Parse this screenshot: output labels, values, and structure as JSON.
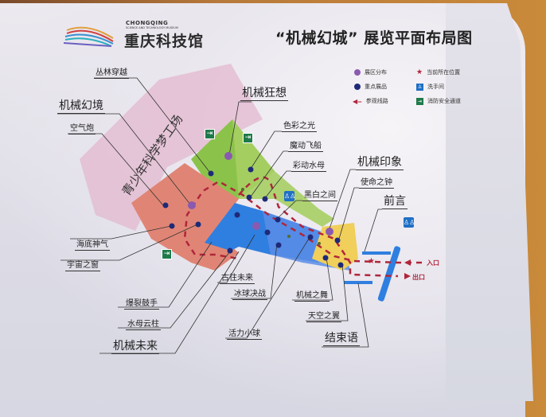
{
  "header": {
    "logo": {
      "en_line1": "CHONGQING",
      "en_line2": "SCIENCE AND TECHNOLOGY MUSEUM",
      "cn": "重庆科技馆"
    },
    "title": "“机械幻城” 展览平面布局图"
  },
  "legend": {
    "items": [
      {
        "icon": "purple-dot-icon",
        "label": "展区分布",
        "color": "#8a5ab0"
      },
      {
        "icon": "star-icon",
        "label": "当前所在位置",
        "color": "#b0263a"
      },
      {
        "icon": "navy-dot-icon",
        "label": "重点展品",
        "color": "#1e2a78"
      },
      {
        "icon": "restroom-icon",
        "label": "洗手间",
        "color": "#1f6fc5"
      },
      {
        "icon": "dashed-arrow-icon",
        "label": "参观线路",
        "color": "#b0263a"
      },
      {
        "icon": "emergency-exit-icon",
        "label": "消防安全通道",
        "color": "#1f7a4a"
      }
    ]
  },
  "zones": {
    "youth_workshop": {
      "label": "青少年科学梦工场",
      "color": "#e3b8cf"
    },
    "mechanical_dream": {
      "label": "机械幻境",
      "color": "#e08575"
    },
    "mechanical_fantasy": {
      "label": "机械狂想",
      "color": "#8bc34a"
    },
    "mechanical_future": {
      "label": "机械未来",
      "color": "#2f7fe0"
    },
    "mechanical_impression": {
      "label": "机械印象",
      "color": "#f0cf5a"
    },
    "preface": {
      "label": "前言"
    },
    "epilogue": {
      "label": "结束语"
    }
  },
  "labels": {
    "conglin": "丛林穿越",
    "jixie_huanjing": "机械幻境",
    "kongqipao": "空气炮",
    "jixie_kuangxiang": "机械狂想",
    "secai": "色彩之光",
    "modong": "魔动飞船",
    "caidong": "彩动水母",
    "heibai": "黑白之间",
    "jixie_yinxiang": "机械印象",
    "shiming": "使命之钟",
    "qianyan": "前言",
    "haidi": "海底神气",
    "yuzhou": "宇宙之窗",
    "baolie": "爆裂鼓手",
    "shuimu": "水母云柱",
    "jixie_weilai": "机械未来",
    "guwang": "古往未来",
    "bingqiu": "冰球决战",
    "huoli": "活力小球",
    "jixie_zhiwu": "机械之舞",
    "tiankong": "天空之翼",
    "jieshuyu": "结束语",
    "entrance": "入口",
    "exit": "出口"
  },
  "colors": {
    "route": "#b0263a",
    "purple_dot": "#8a5ab0",
    "navy_dot": "#1e2a78",
    "wall_blue": "#2f7fe0"
  }
}
